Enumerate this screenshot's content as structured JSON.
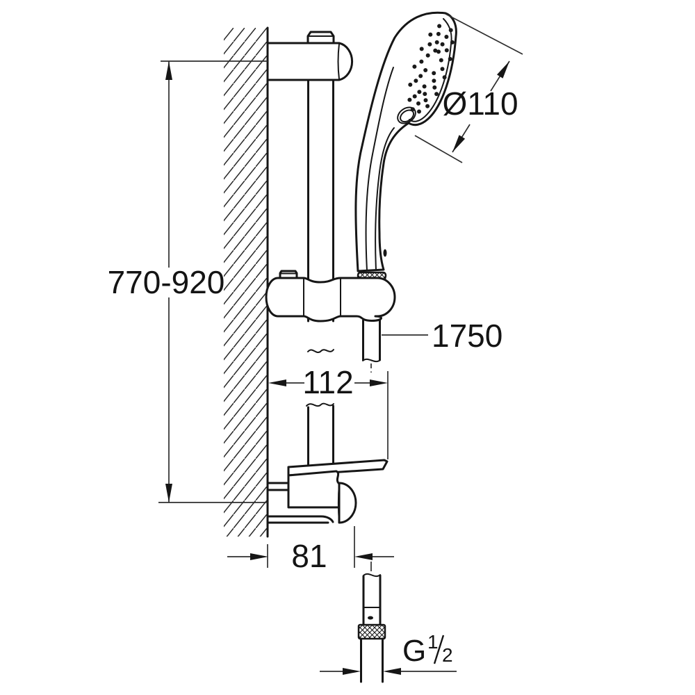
{
  "drawing": {
    "type": "technical-dimension-drawing",
    "subject": "shower rail set with hand shower, slider, soap dish and hose"
  },
  "dimensions": {
    "rail_height": "770-920",
    "head_diameter": "Ø110",
    "hose_length": "1750",
    "wall_to_hose_center": "112",
    "wall_to_bracket_end": "81",
    "thread_prefix": "G",
    "thread_numerator": "1",
    "thread_denominator": "2"
  },
  "colors": {
    "line": "#161616",
    "dimension_line": "#2e2e2e",
    "background": "#ffffff"
  }
}
